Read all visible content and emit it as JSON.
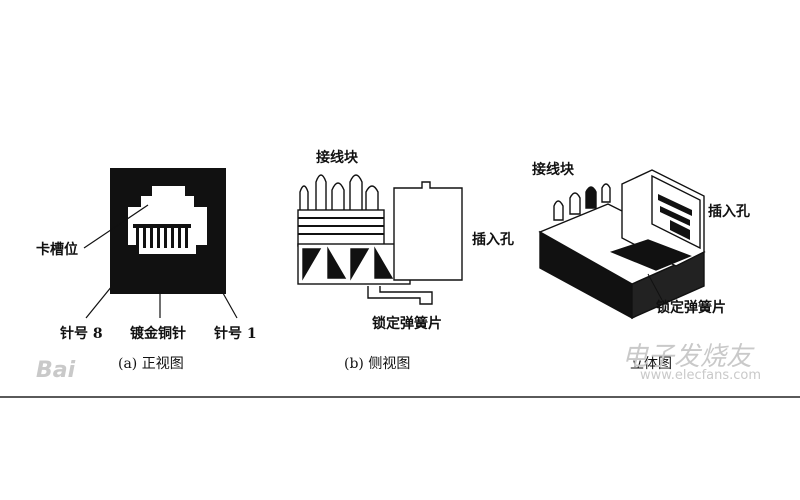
{
  "labels": {
    "front": {
      "slot": "卡槽位",
      "pin8": "针号 8",
      "contact": "镀金铜针",
      "pin1": "针号 1",
      "caption": "(a) 正视图"
    },
    "side": {
      "terminal": "接线块",
      "jack": "插入孔",
      "spring": "锁定弹簧片",
      "caption": "(b) 侧视图"
    },
    "iso": {
      "terminal": "接线块",
      "jack": "插入孔",
      "spring": "锁定弹簧片",
      "caption": "立体图"
    }
  },
  "watermarks": {
    "left": "Bai",
    "right_logo": "电子发烧友",
    "right_url": "www.elecfans.com"
  },
  "colors": {
    "ink": "#111111",
    "watermark": "#c9c9c9",
    "rule": "#5a5a5a",
    "paper": "#ffffff"
  }
}
